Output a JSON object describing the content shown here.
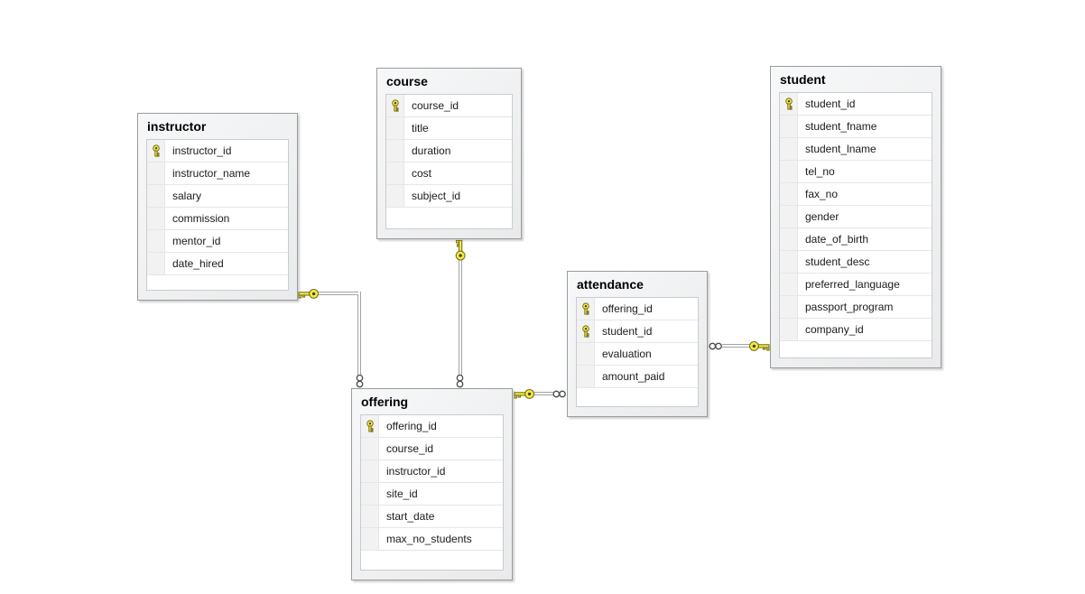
{
  "diagram": {
    "tables": [
      {
        "name": "instructor",
        "columns": [
          {
            "name": "instructor_id",
            "pk": true
          },
          {
            "name": "instructor_name",
            "pk": false
          },
          {
            "name": "salary",
            "pk": false
          },
          {
            "name": "commission",
            "pk": false
          },
          {
            "name": "mentor_id",
            "pk": false
          },
          {
            "name": "date_hired",
            "pk": false
          }
        ]
      },
      {
        "name": "course",
        "columns": [
          {
            "name": "course_id",
            "pk": true
          },
          {
            "name": "title",
            "pk": false
          },
          {
            "name": "duration",
            "pk": false
          },
          {
            "name": "cost",
            "pk": false
          },
          {
            "name": "subject_id",
            "pk": false
          }
        ]
      },
      {
        "name": "student",
        "columns": [
          {
            "name": "student_id",
            "pk": true
          },
          {
            "name": "student_fname",
            "pk": false
          },
          {
            "name": "student_lname",
            "pk": false
          },
          {
            "name": "tel_no",
            "pk": false
          },
          {
            "name": "fax_no",
            "pk": false
          },
          {
            "name": "gender",
            "pk": false
          },
          {
            "name": "date_of_birth",
            "pk": false
          },
          {
            "name": "student_desc",
            "pk": false
          },
          {
            "name": "preferred_language",
            "pk": false
          },
          {
            "name": "passport_program",
            "pk": false
          },
          {
            "name": "company_id",
            "pk": false
          }
        ]
      },
      {
        "name": "attendance",
        "columns": [
          {
            "name": "offering_id",
            "pk": true
          },
          {
            "name": "student_id",
            "pk": true
          },
          {
            "name": "evaluation",
            "pk": false
          },
          {
            "name": "amount_paid",
            "pk": false
          }
        ]
      },
      {
        "name": "offering",
        "columns": [
          {
            "name": "offering_id",
            "pk": true
          },
          {
            "name": "course_id",
            "pk": false
          },
          {
            "name": "instructor_id",
            "pk": false
          },
          {
            "name": "site_id",
            "pk": false
          },
          {
            "name": "start_date",
            "pk": false
          },
          {
            "name": "max_no_students",
            "pk": false
          }
        ]
      }
    ],
    "relationships": [
      {
        "one_side": "instructor",
        "many_side": "offering",
        "one_end_glyph": "key",
        "many_end_glyph": "infinity"
      },
      {
        "one_side": "course",
        "many_side": "offering",
        "one_end_glyph": "key",
        "many_end_glyph": "infinity"
      },
      {
        "one_side": "offering",
        "many_side": "attendance",
        "one_end_glyph": "key",
        "many_end_glyph": "infinity"
      },
      {
        "one_side": "student",
        "many_side": "attendance",
        "one_end_glyph": "key",
        "many_end_glyph": "infinity"
      }
    ],
    "colors": {
      "background": "#ffffff",
      "table_fill": "#eceded",
      "table_border": "#9b9b9b",
      "grid_border": "#c9cccf",
      "row_separator": "#e6e6e6",
      "icon_column_fill": "#f2f2f2",
      "connector_line": "#a3a3a3",
      "key_fill": "#f5eb3d",
      "key_outline": "#77711f",
      "infinity_outline": "#4a4a4a"
    }
  }
}
